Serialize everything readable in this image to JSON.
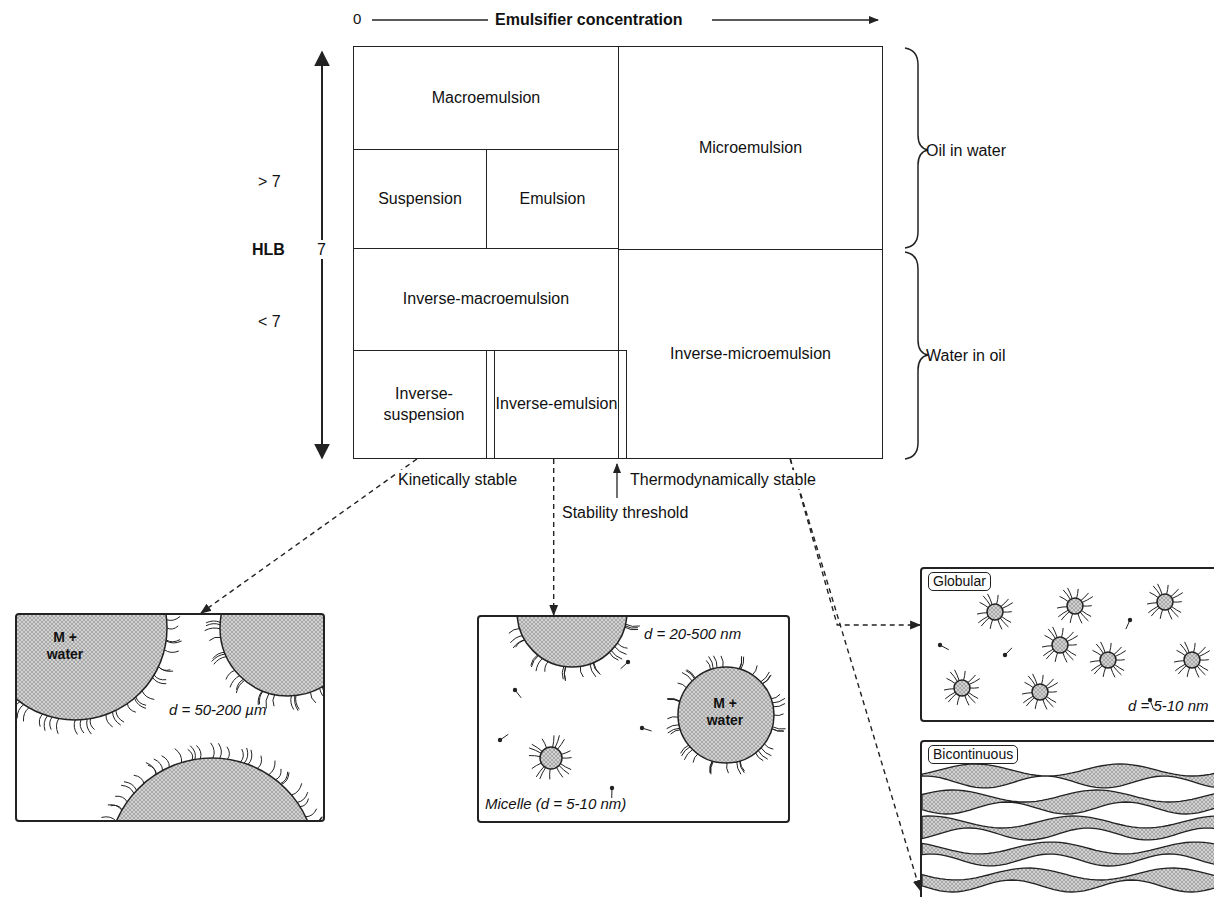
{
  "diagram": {
    "nodes": [
      {
        "text": [
          "Macroemulsion"
        ]
      },
      {
        "text": [
          "Microemulsion"
        ]
      },
      {
        "text": [
          "Suspension"
        ]
      },
      {
        "text": [
          "Emulsion"
        ]
      },
      {
        "text": [
          "Inverse-macroemulsion"
        ]
      },
      {
        "text": [
          "Inverse-microemulsion"
        ]
      },
      {
        "text": [
          "Inverse-suspension"
        ]
      },
      {
        "text": [
          "Inverse-emulsion"
        ]
      },
      {
        "text": [
          "M + water",
          "d = 50-200 µm"
        ]
      },
      {
        "text": [
          "d = 20-500 nm",
          "M + water",
          "Micelle (d = 5-10 nm)"
        ]
      },
      {
        "text": [
          "Globular",
          "d = 5-10 nm"
        ]
      },
      {
        "text": [
          "Bicontinuous"
        ]
      }
    ],
    "edges": [
      {
        "from": 6,
        "to": 8,
        "arrow": "to"
      },
      {
        "from": 7,
        "to": 9,
        "arrow": "to"
      },
      {
        "from": 5,
        "to": 10,
        "arrow": "to"
      },
      {
        "from": 5,
        "to": 11,
        "arrow": "to"
      }
    ],
    "labels": [
      "0",
      "Emulsifier concentration",
      "> 7",
      "HLB",
      "7",
      "< 7",
      "Oil in water",
      "Water in oil",
      "Kinetically stable",
      "Stability threshold",
      "Thermodynamically stable"
    ]
  }
}
